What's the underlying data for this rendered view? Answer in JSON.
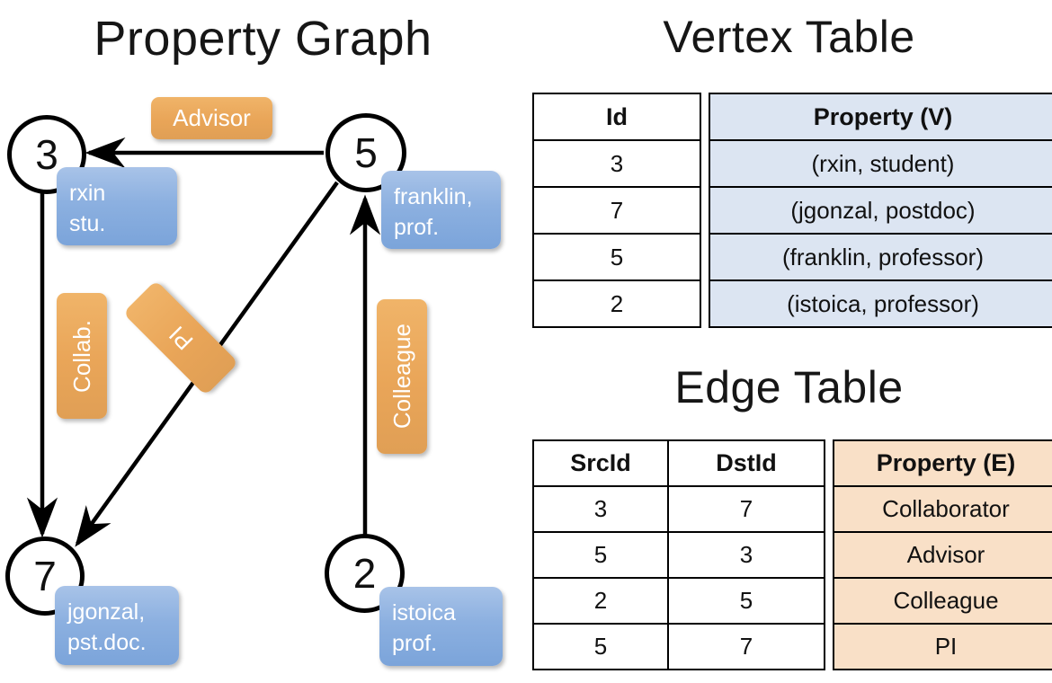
{
  "titles": {
    "property_graph": "Property Graph",
    "vertex_table": "Vertex Table",
    "edge_table": "Edge Table"
  },
  "colors": {
    "vertex_property_fill": "#dce5f2",
    "edge_property_fill": "#f9e0c7",
    "callout_blue": "#8cb0e0",
    "label_orange": "#e9a558",
    "stroke": "#000000"
  },
  "graph": {
    "nodes": [
      {
        "id": "3",
        "property_line1": "rxin",
        "property_line2": "stu."
      },
      {
        "id": "5",
        "property_line1": "franklin,",
        "property_line2": "prof."
      },
      {
        "id": "7",
        "property_line1": "jgonzal,",
        "property_line2": "pst.doc."
      },
      {
        "id": "2",
        "property_line1": "istoica",
        "property_line2": "prof."
      }
    ],
    "edge_labels": [
      {
        "name": "advisor",
        "text": "Advisor"
      },
      {
        "name": "collab",
        "text": "Collab."
      },
      {
        "name": "pi",
        "text": "PI"
      },
      {
        "name": "colleague",
        "text": "Colleague"
      }
    ]
  },
  "vertex_table": {
    "headers": [
      "Id",
      "Property (V)"
    ],
    "rows": [
      {
        "id": "3",
        "property": "(rxin, student)"
      },
      {
        "id": "7",
        "property": "(jgonzal, postdoc)"
      },
      {
        "id": "5",
        "property": "(franklin, professor)"
      },
      {
        "id": "2",
        "property": "(istoica, professor)"
      }
    ]
  },
  "edge_table": {
    "headers": [
      "SrcId",
      "DstId",
      "Property (E)"
    ],
    "rows": [
      {
        "src": "3",
        "dst": "7",
        "property": "Collaborator"
      },
      {
        "src": "5",
        "dst": "3",
        "property": "Advisor"
      },
      {
        "src": "2",
        "dst": "5",
        "property": "Colleague"
      },
      {
        "src": "5",
        "dst": "7",
        "property": "PI"
      }
    ]
  }
}
